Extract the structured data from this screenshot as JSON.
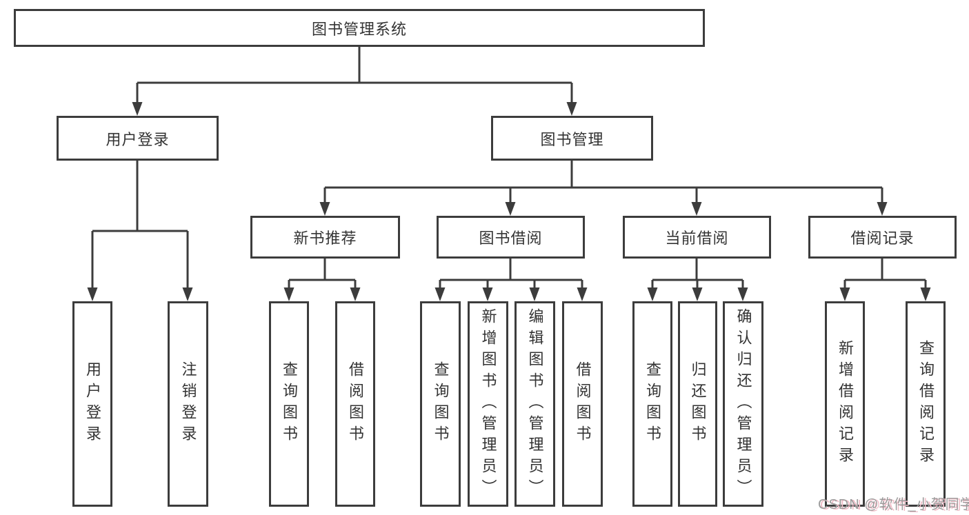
{
  "diagram": {
    "root": {
      "label": "图书管理系统",
      "children": [
        {
          "label": "用户登录",
          "children": [
            {
              "label": "用户登录"
            },
            {
              "label": "注销登录"
            }
          ]
        },
        {
          "label": "图书管理",
          "children": [
            {
              "label": "新书推荐",
              "children": [
                {
                  "label": "查询图书"
                },
                {
                  "label": "借阅图书"
                }
              ]
            },
            {
              "label": "图书借阅",
              "children": [
                {
                  "label": "查询图书"
                },
                {
                  "label": "新增图书（管理员）"
                },
                {
                  "label": "编辑图书（管理员）"
                },
                {
                  "label": "借阅图书"
                }
              ]
            },
            {
              "label": "当前借阅",
              "children": [
                {
                  "label": "查询图书"
                },
                {
                  "label": "归还图书"
                },
                {
                  "label": "确认归还（管理员）"
                }
              ]
            },
            {
              "label": "借阅记录",
              "children": [
                {
                  "label": "新增借阅记录"
                },
                {
                  "label": "查询借阅记录"
                }
              ]
            }
          ]
        }
      ]
    }
  },
  "watermark": {
    "text": "CSDN @软件_小贺同学"
  },
  "colors": {
    "line": "#3c3c3c",
    "box_border": "#3c3c3c",
    "text": "#333333",
    "background": "#ffffff",
    "watermark_text": "#9b9b9b",
    "watermark_shadow": "#f0bcc7"
  }
}
